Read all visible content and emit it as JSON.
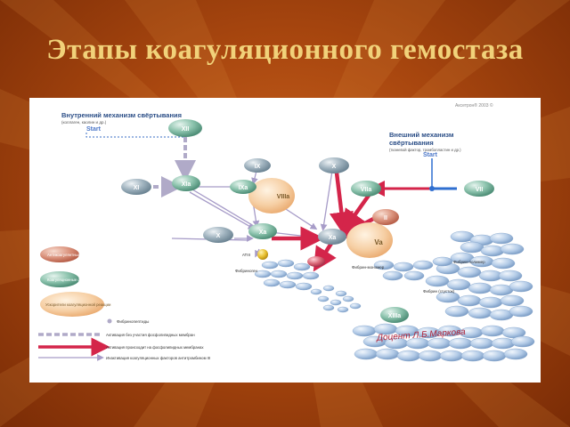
{
  "slide": {
    "title": "Этапы коагуляционного гемостаза"
  },
  "diagram": {
    "copyright": "Аксетрон® 2003 ©",
    "intrinsic": {
      "title": "Внутренний механизм свёртывания",
      "subtitle": "(коллаген, каолин и др.)",
      "start": "Start"
    },
    "extrinsic": {
      "title_line1": "Внешний механизм",
      "title_line2": "свёртывания",
      "subtitle": "(тканевой фактор, тромбопластин и др.)",
      "start": "Start"
    },
    "factors": {
      "xii": "XII",
      "xi": "XI",
      "xia": "XIa",
      "ix": "IX",
      "ixa": "IXa",
      "viiia": "VIIIa",
      "x_top": "X",
      "viia": "VIIa",
      "vii": "VII",
      "ii": "II",
      "x_left": "X",
      "xa_left": "Xa",
      "xa_center": "Xa",
      "va": "Va",
      "atiii": "АТIII",
      "xiiia": "XIIIa"
    },
    "labels": {
      "fibrinogen": "Фибриноген",
      "fibrin_monomer": "Фибрин-мономер",
      "fibrin_polymer": "Фибрин-полимер",
      "fibrin_clot": "Фибрин (сгусток)",
      "fibrinopeptides": "Фибринопептиды",
      "signature": "Доцент Л.Б.Маркова"
    },
    "legend": {
      "inhibitors": "Антикоагулянтные (ингибиторы) факторы",
      "coag_factors": "Коагуляционные факторы (профермент)",
      "accelerators": "Ускорители коагуляционной реакции",
      "fibrinopeptides": "Фибринопептиды",
      "activation_without": "Активация без участия фосфолипидных мембран",
      "activation_with": "Активация происходит на фосфолипидных мембранах",
      "inactivation": "Инактивация коагуляционных факторов антитромбином III"
    },
    "colors": {
      "factor_sphere": "#8fa6b4",
      "cofactor": "#f4c69a",
      "inhibitor": "#d88a74",
      "activated": "#7fb9a2",
      "fibrin": "#a6c3e3",
      "red_arrow": "#d4254a",
      "violet_arrow": "#a79cc8",
      "extrinsic_line": "#2f6fd0",
      "slide_title": "#f1d27a"
    }
  }
}
